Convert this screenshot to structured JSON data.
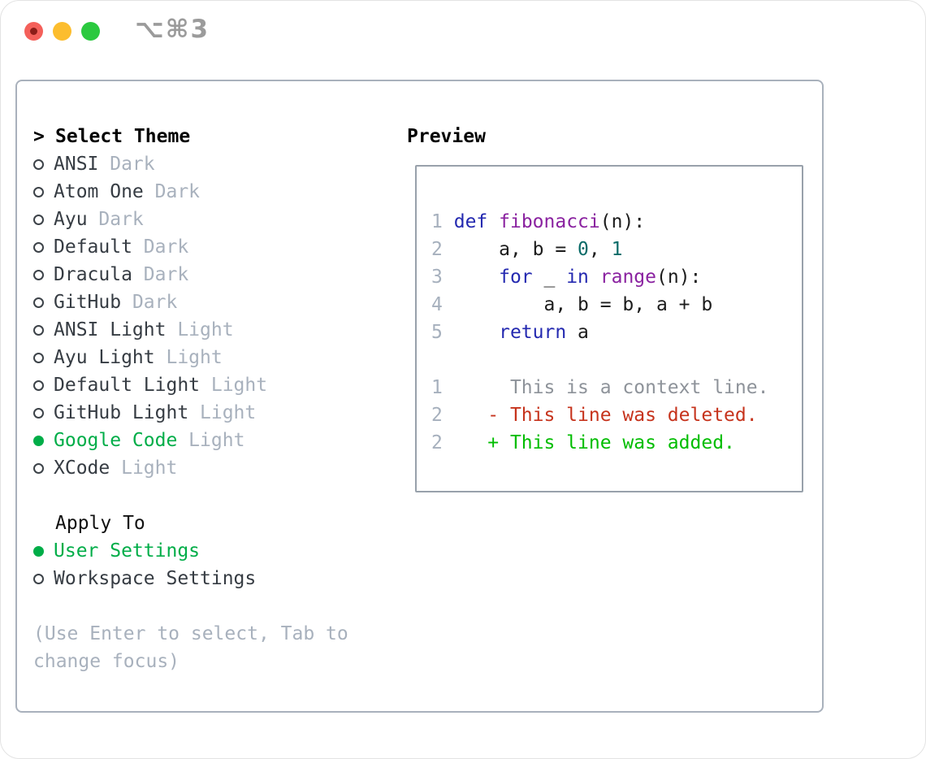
{
  "window": {
    "shortcut": "⌥⌘3",
    "traffic_lights": [
      "close",
      "minimize",
      "zoom"
    ]
  },
  "colors": {
    "selected_green": "#00ad48",
    "suffix_gray": "#a8b1bd",
    "keyword_blue": "#2429b0",
    "function_purple": "#8a22a0",
    "number_teal": "#0a6b68",
    "line_number_gray": "#a6b0bd",
    "context_gray": "#8e939a",
    "deleted_red": "#c6331c",
    "added_green": "#00bd00",
    "traffic_red": "#f4605a",
    "traffic_yellow": "#fcbd2e",
    "traffic_green": "#2bc93f"
  },
  "theme_panel": {
    "list_header": {
      "prompt": ">",
      "label": "Select Theme"
    },
    "themes": [
      {
        "name": "ANSI",
        "variant": "Dark",
        "selected": false
      },
      {
        "name": "Atom One",
        "variant": "Dark",
        "selected": false
      },
      {
        "name": "Ayu",
        "variant": "Dark",
        "selected": false
      },
      {
        "name": "Default",
        "variant": "Dark",
        "selected": false
      },
      {
        "name": "Dracula",
        "variant": "Dark",
        "selected": false
      },
      {
        "name": "GitHub",
        "variant": "Dark",
        "selected": false
      },
      {
        "name": "ANSI Light",
        "variant": "Light",
        "selected": false
      },
      {
        "name": "Ayu Light",
        "variant": "Light",
        "selected": false
      },
      {
        "name": "Default Light",
        "variant": "Light",
        "selected": false
      },
      {
        "name": "GitHub Light",
        "variant": "Light",
        "selected": false
      },
      {
        "name": "Google Code",
        "variant": "Light",
        "selected": true
      },
      {
        "name": "XCode",
        "variant": "Light",
        "selected": false
      }
    ],
    "apply_to": {
      "label": "Apply To",
      "options": [
        {
          "name": "User Settings",
          "selected": true
        },
        {
          "name": "Workspace Settings",
          "selected": false
        }
      ]
    },
    "hint_lines": [
      "(Use Enter to select, Tab to",
      "change focus)"
    ],
    "preview": {
      "label": "Preview",
      "lines": [
        [
          [
            "ln",
            "1"
          ],
          [
            "pl",
            " "
          ],
          [
            "kw",
            "def"
          ],
          [
            "pl",
            " "
          ],
          [
            "fn",
            "fibonacci"
          ],
          [
            "pl",
            "(n):"
          ]
        ],
        [
          [
            "ln",
            "2"
          ],
          [
            "pl",
            "     a, b = "
          ],
          [
            "nm",
            "0"
          ],
          [
            "pl",
            ", "
          ],
          [
            "nm",
            "1"
          ]
        ],
        [
          [
            "ln",
            "3"
          ],
          [
            "pl",
            "     "
          ],
          [
            "kw",
            "for"
          ],
          [
            "pl",
            " _ "
          ],
          [
            "kw",
            "in"
          ],
          [
            "pl",
            " "
          ],
          [
            "fn",
            "range"
          ],
          [
            "pl",
            "(n):"
          ]
        ],
        [
          [
            "ln",
            "4"
          ],
          [
            "pl",
            "         a, b = b, a + b"
          ]
        ],
        [
          [
            "ln",
            "5"
          ],
          [
            "pl",
            "     "
          ],
          [
            "kw",
            "return"
          ],
          [
            "pl",
            " a"
          ]
        ],
        [],
        [
          [
            "ln",
            "1"
          ],
          [
            "ctx",
            "      This is a context line."
          ]
        ],
        [
          [
            "ln",
            "2"
          ],
          [
            "del",
            "    - This line was deleted."
          ]
        ],
        [
          [
            "ln",
            "2"
          ],
          [
            "add",
            "    + This line was added."
          ]
        ]
      ]
    }
  }
}
